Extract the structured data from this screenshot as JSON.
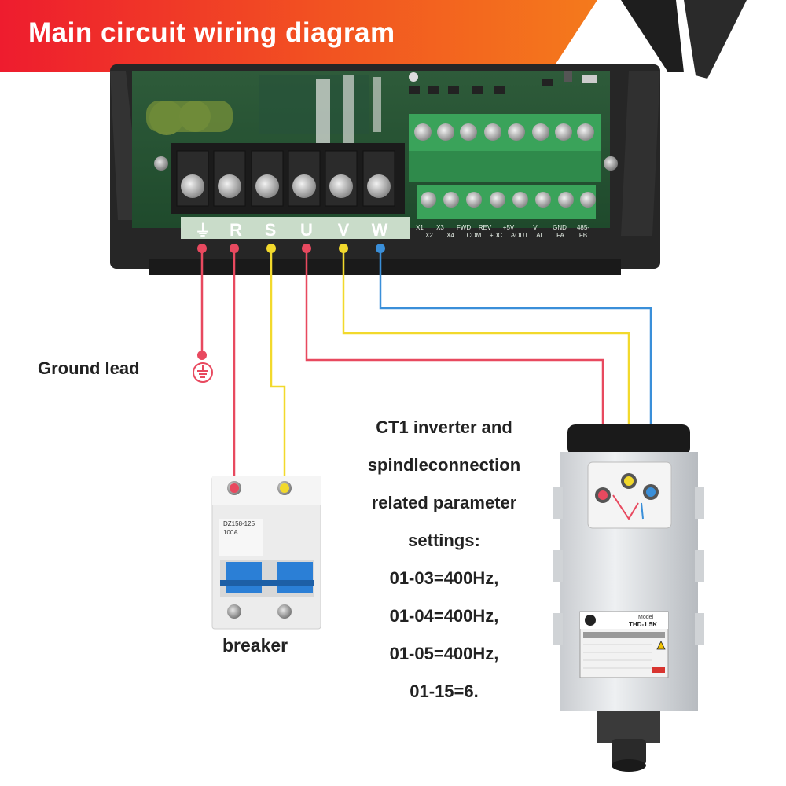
{
  "title": "Main circuit wiring diagram",
  "terminals": [
    {
      "label": "⏚",
      "color": "#e8495f"
    },
    {
      "label": "R",
      "color": "#e8495f"
    },
    {
      "label": "S",
      "color": "#f2d92c"
    },
    {
      "label": "U",
      "color": "#e8495f"
    },
    {
      "label": "V",
      "color": "#f2d92c"
    },
    {
      "label": "W",
      "color": "#3a8fd9"
    }
  ],
  "control_terminals_top": [
    "X1",
    "X3",
    "FWD",
    "REV",
    "+5V",
    "VI",
    "GND",
    "485-"
  ],
  "control_terminals_bottom": [
    "X2",
    "X4",
    "COM",
    "+DC",
    "AOUT",
    "AI",
    "FA",
    "FB"
  ],
  "ground_label": "Ground lead",
  "breaker": {
    "label": "breaker",
    "model": "DZ158-125",
    "rating": "100A"
  },
  "spindle": {
    "model_label": "Model",
    "model": "THD-1.5K"
  },
  "settings": {
    "line1": "CT1 inverter and",
    "line2": "spindleconnection",
    "line3": "related parameter",
    "line4": "settings:",
    "line5": "01-03=400Hz,",
    "line6": "01-04=400Hz,",
    "line7": "01-05=400Hz,",
    "line8": "01-15=6."
  },
  "colors": {
    "red": "#e8495f",
    "yellow": "#f2d92c",
    "blue": "#3a8fd9",
    "banner": "#f04a23"
  }
}
